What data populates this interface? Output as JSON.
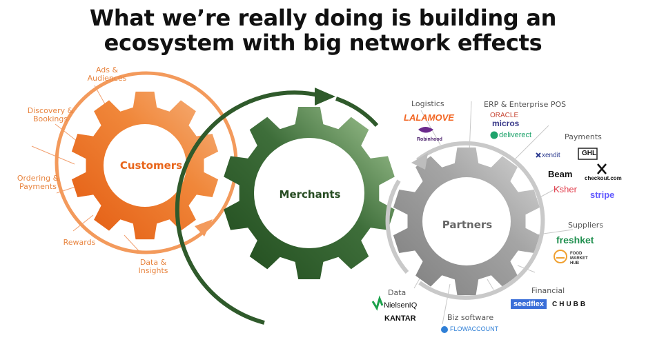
{
  "title": {
    "line1": "What we’re really doing is building an",
    "line2": "ecosystem with big network effects"
  },
  "gears": {
    "customers": "Customers",
    "merchants": "Merchants",
    "partners": "Partners"
  },
  "customer_labels": {
    "ads_1": "Ads &",
    "ads_2": "Audiences",
    "disc_1": "Discovery &",
    "disc_2": "Bookings",
    "order_1": "Ordering &",
    "order_2": "Payments",
    "rewards": "Rewards",
    "data_1": "Data &",
    "data_2": "Insights"
  },
  "partner_categories": {
    "logistics": "Logistics",
    "erp": "ERP & Enterprise POS",
    "payments": "Payments",
    "suppliers": "Suppliers",
    "financial": "Financial",
    "biz_software": "Biz software",
    "data": "Data"
  },
  "logos": {
    "lalamove": "LALAMOVE",
    "robinhood": "Robinhood",
    "oracle": "ORACLE",
    "micros": "micros",
    "deliverect": "deliverect",
    "xendit": "xendit",
    "ghl": "GHL",
    "beam": "Beam",
    "checkout": "checkout.com",
    "ksher": "Ksher",
    "stripe": "stripe",
    "freshket": "freshket",
    "fmh_1": "FOOD",
    "fmh_2": "MARKET",
    "fmh_3": "HUB",
    "seedflex": "seedflex",
    "chubb": "CHUBB",
    "flowaccount": "FLOWACCOUNT",
    "nielseniq": "NielsenIQ",
    "kantar": "KANTAR"
  },
  "colors": {
    "customers": "#f0873a",
    "merchants": "#3e6e3a",
    "partners": "#9a9a9a",
    "stripe": "#635bff",
    "freshket": "#1f8f4e",
    "seedflex": "#3a6ed8"
  }
}
